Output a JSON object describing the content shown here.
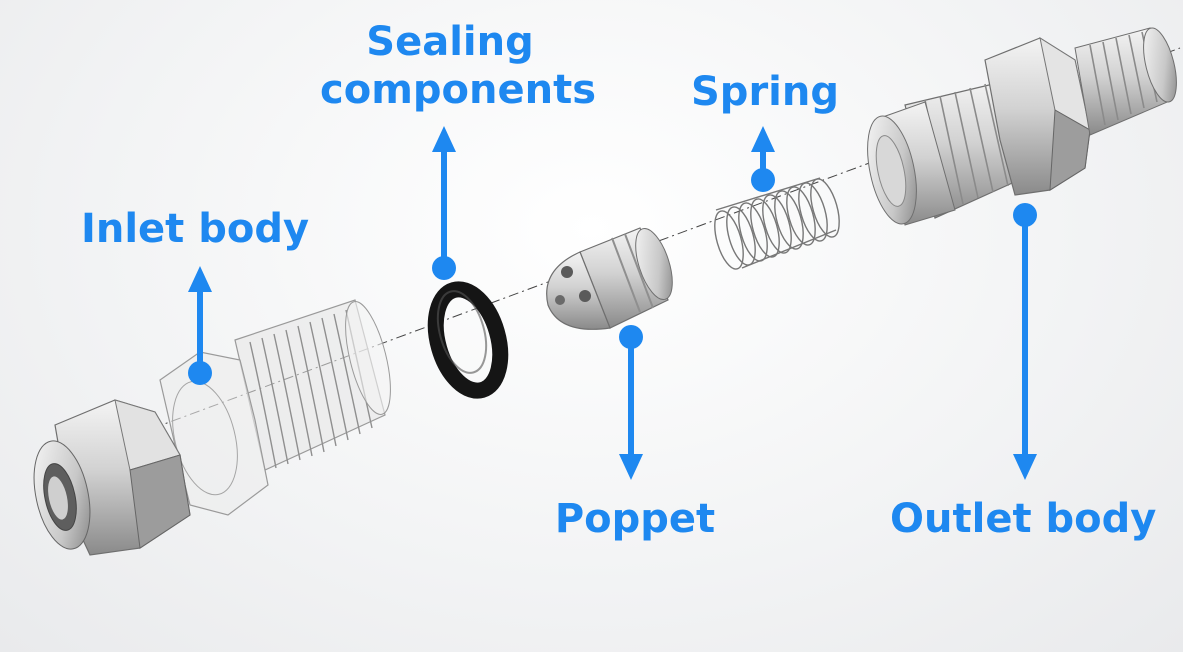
{
  "labels": {
    "inlet_body": "Inlet body",
    "sealing_line1": "Sealing",
    "sealing_line2": "components",
    "spring": "Spring",
    "poppet": "Poppet",
    "outlet_body": "Outlet body"
  },
  "colors": {
    "accent": "#1e88f0",
    "metal_light": "#eeeeee",
    "metal_mid": "#c9c9c9",
    "metal_dark": "#8e8e8e",
    "seal": "#151515"
  }
}
